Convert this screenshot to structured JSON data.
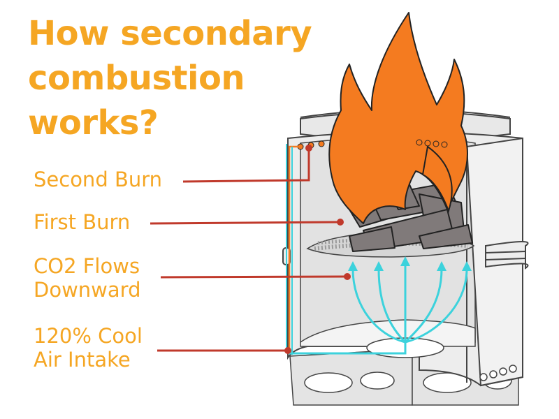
{
  "title": {
    "line1": "How secondary",
    "line2": "combustion",
    "line3": "works?"
  },
  "labels": {
    "second_burn": "Second Burn",
    "first_burn": "First Burn",
    "co2_line1": "CO2 Flows",
    "co2_line2": "Downward",
    "intake_line1": "120% Cool",
    "intake_line2": "Air Intake"
  },
  "colors": {
    "title": "#f5a623",
    "label": "#f5a623",
    "leader": "#c0392b",
    "flame": "#f47b20",
    "airflow": "#3cd2dc",
    "logs": "#807a7a",
    "stove": "#e8e8e8"
  },
  "icons": [
    "flame-icon",
    "log-icon",
    "arrow-up-icon"
  ]
}
